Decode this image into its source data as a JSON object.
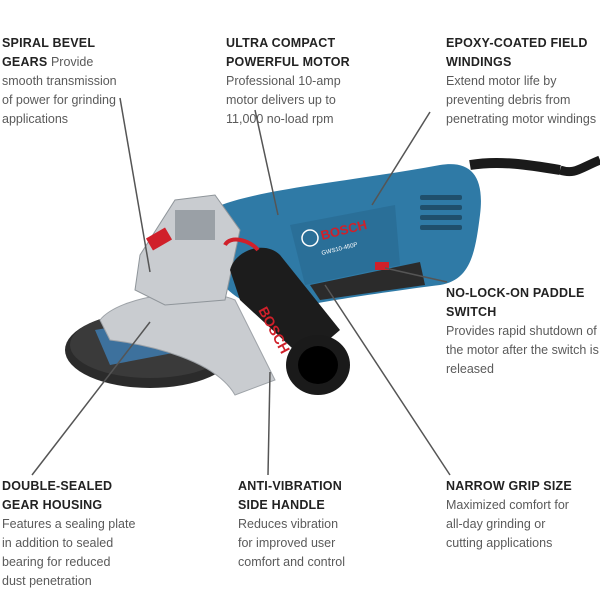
{
  "product": {
    "brand": "BOSCH",
    "model": "GWS10-450P",
    "side_handle_brand": "BOSCH",
    "colors": {
      "body": "#2f7aa6",
      "accent": "#d0202a",
      "guard": "#c9ccd0",
      "handle": "#1c1c1c"
    }
  },
  "callouts": {
    "spiral_bevel": {
      "title_1": "SPIRAL BEVEL",
      "title_2": "GEARS",
      "desc_inline": "Provide",
      "desc": [
        "smooth transmission",
        "of power for grinding",
        "applications"
      ]
    },
    "motor": {
      "title": [
        "ULTRA COMPACT",
        "POWERFUL MOTOR"
      ],
      "desc": [
        "Professional 10-amp",
        "motor delivers up to",
        "11,000 no-load rpm"
      ]
    },
    "windings": {
      "title": [
        "EPOXY-COATED FIELD",
        "WINDINGS"
      ],
      "desc": [
        "Extend motor life by",
        "preventing debris from",
        "penetrating motor windings"
      ]
    },
    "paddle": {
      "title": [
        "NO-LOCK-ON PADDLE",
        "SWITCH"
      ],
      "desc": [
        "Provides rapid shutdown of",
        "the motor after the switch is",
        "released"
      ]
    },
    "housing": {
      "title": [
        "DOUBLE-SEALED",
        "GEAR HOUSING"
      ],
      "desc": [
        "Features a sealing plate",
        "in addition to sealed",
        "bearing for reduced",
        "dust penetration"
      ]
    },
    "handle": {
      "title": [
        "ANTI-VIBRATION",
        "SIDE HANDLE"
      ],
      "desc": [
        "Reduces vibration",
        "for improved user",
        "comfort and control"
      ]
    },
    "grip": {
      "title": [
        "NARROW GRIP SIZE"
      ],
      "desc": [
        "Maximized comfort for",
        "all-day grinding or",
        "cutting applications"
      ]
    }
  }
}
